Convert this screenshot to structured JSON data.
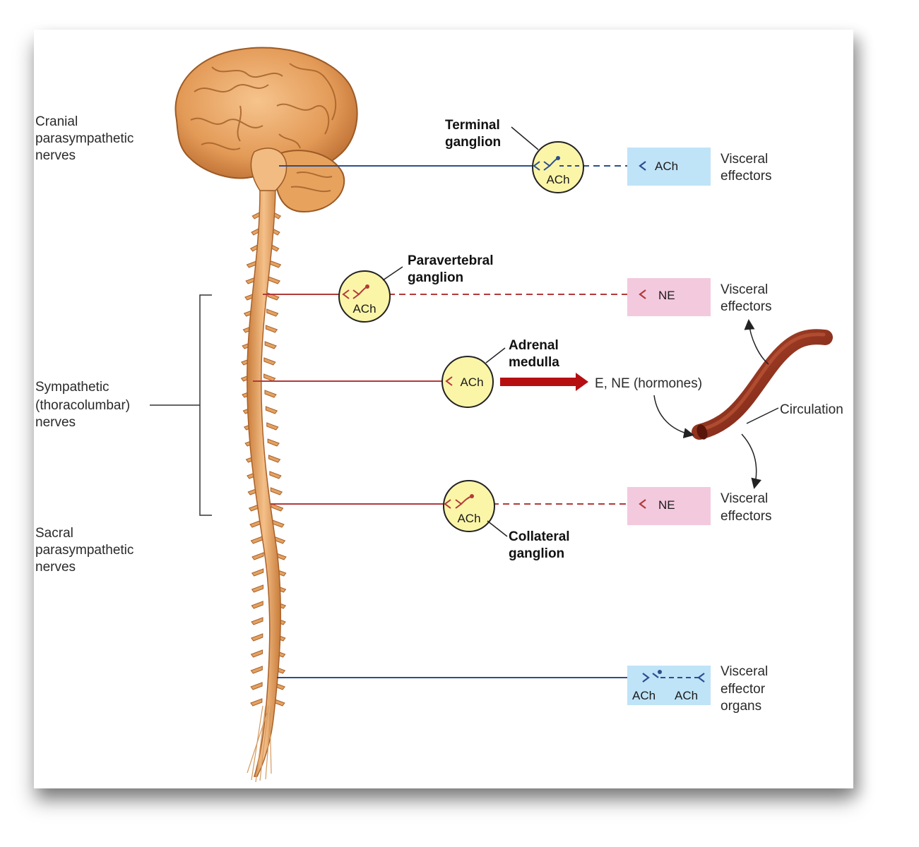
{
  "labels": {
    "cranial": [
      "Cranial",
      "parasympathetic",
      "nerves"
    ],
    "sympathetic": [
      "Sympathetic",
      "(thoracolumbar)",
      "nerves"
    ],
    "sacral": [
      "Sacral",
      "parasympathetic",
      "nerves"
    ],
    "terminal_ganglion": [
      "Terminal",
      "ganglion"
    ],
    "paravertebral_ganglion": [
      "Paravertebral",
      "ganglion"
    ],
    "adrenal_medulla": [
      "Adrenal",
      "medulla"
    ],
    "collateral_ganglion": [
      "Collateral",
      "ganglion"
    ],
    "hormones": "E, NE (hormones)",
    "circulation": "Circulation",
    "visceral_effectors_1": [
      "Visceral",
      "effectors"
    ],
    "visceral_effectors_2": [
      "Visceral",
      "effectors"
    ],
    "visceral_effectors_3": [
      "Visceral",
      "effectors"
    ],
    "visceral_effector_organs": [
      "Visceral",
      "effector",
      "organs"
    ]
  },
  "ganglia": {
    "terminal": "ACh",
    "paravertebral": "ACh",
    "adrenal": "ACh",
    "collateral": "ACh"
  },
  "effector_boxes": {
    "cranial": "ACh",
    "paravertebral": "NE",
    "collateral": "NE",
    "sacral_left": "ACh",
    "sacral_right": "ACh"
  },
  "colors": {
    "parasympathetic": "#2b4f8c",
    "sympathetic": "#b23a3a",
    "ganglion_fill": "#fbf5a8",
    "acetylcholine_box": "#bfe3f7",
    "norepinephrine_box": "#f3c9de",
    "spine": "#e7a45f",
    "blood_vessel": "#8a2a18"
  }
}
